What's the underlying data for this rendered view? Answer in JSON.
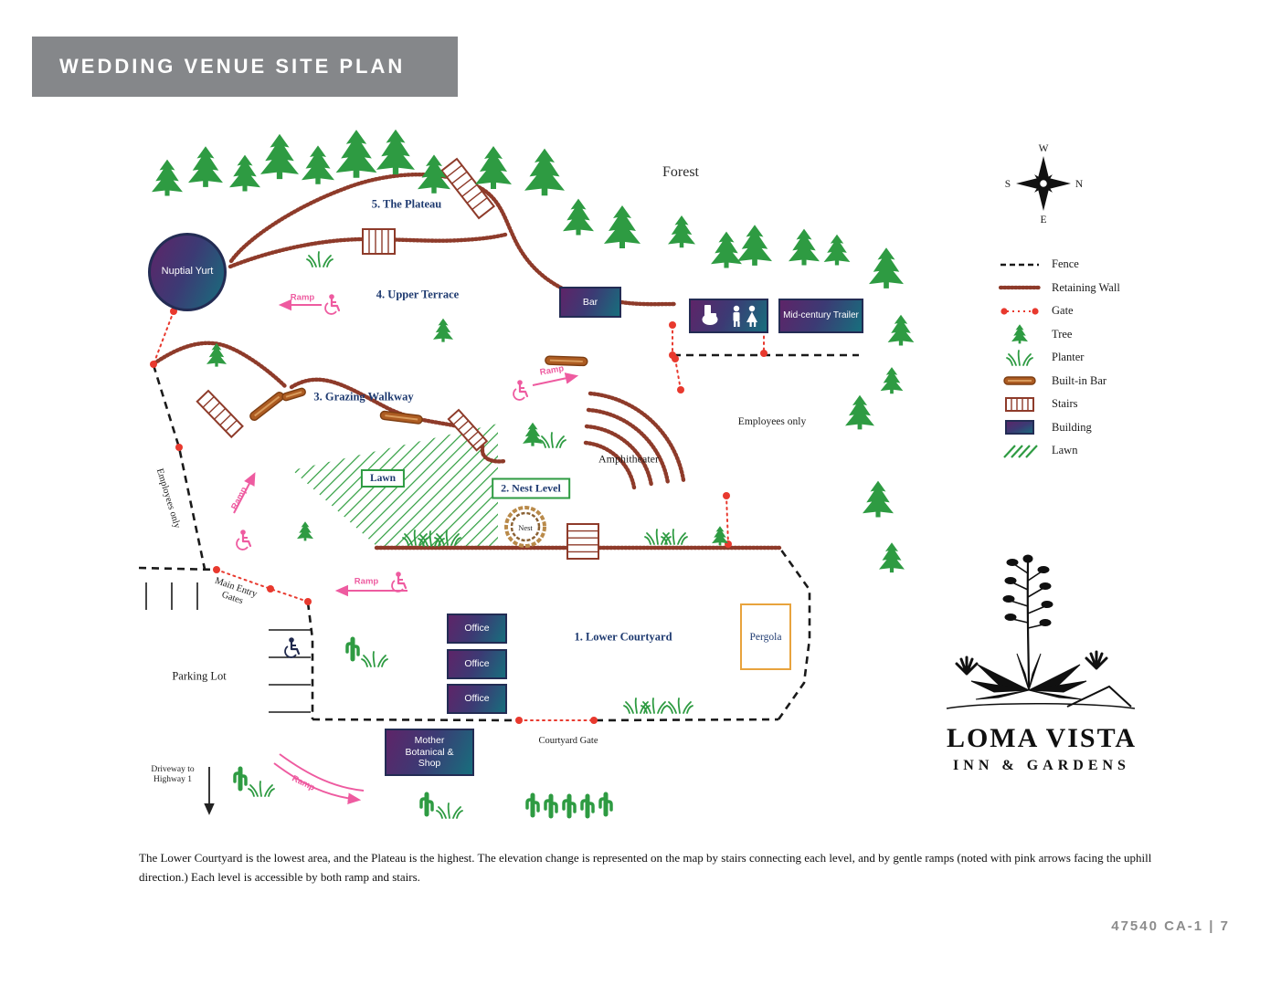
{
  "header": {
    "title": "WEDDING VENUE SITE PLAN"
  },
  "map": {
    "forest": "Forest",
    "areas": {
      "plateau": "5. The Plateau",
      "upper_terrace": "4. Upper Terrace",
      "grazing_walkway": "3. Grazing Walkway",
      "nest_level": "2. Nest Level",
      "lower_courtyard": "1. Lower Courtyard"
    },
    "buildings": {
      "nuptial_yurt": "Nuptial Yurt",
      "bar": "Bar",
      "trailer": "Mid-century Trailer",
      "offices": [
        "Office",
        "Office",
        "Office"
      ],
      "shop": "Mother Botanical & Shop"
    },
    "features": {
      "amphitheater": "Amphitheater",
      "lawn": "Lawn",
      "nest": "Nest",
      "pergola": "Pergola"
    },
    "labels": {
      "employees_only": "Employees only",
      "main_entry_gates": "Main Entry Gates",
      "parking_lot": "Parking Lot",
      "courtyard_gate": "Courtyard Gate",
      "driveway": "Driveway to Highway 1",
      "ramp": "Ramp"
    },
    "compass": {
      "n": "N",
      "e": "E",
      "s": "S",
      "w": "W"
    }
  },
  "legend": {
    "items": [
      {
        "key": "fence",
        "label": "Fence"
      },
      {
        "key": "retaining-wall",
        "label": "Retaining Wall"
      },
      {
        "key": "gate",
        "label": "Gate"
      },
      {
        "key": "tree",
        "label": "Tree"
      },
      {
        "key": "planter",
        "label": "Planter"
      },
      {
        "key": "built-in-bar",
        "label": "Built-in Bar"
      },
      {
        "key": "stairs",
        "label": "Stairs"
      },
      {
        "key": "building",
        "label": "Building"
      },
      {
        "key": "lawn",
        "label": "Lawn"
      }
    ]
  },
  "logo": {
    "title": "LOMA VISTA",
    "subtitle": "INN & GARDENS"
  },
  "footer": {
    "note": "The Lower Courtyard is the lowest area, and the Plateau is the highest. The elevation change is represented on the map by stairs connecting each level, and by gentle ramps (noted with pink arrows facing the uphill direction.) Each level is accessible by both ramp and stairs.",
    "sheet_ref": "47540 CA-1 | 7"
  },
  "colors": {
    "header_bg": "#85878a",
    "label_navy": "#1e3a70",
    "retaining_wall": "#8e3b2a",
    "gate_red": "#e8392e",
    "ramp_pink": "#ee5ba0",
    "tree_green": "#2e9b42",
    "building_gradient": [
      "#5e2468",
      "#176f7d"
    ],
    "pergola_border": "#e8a33d"
  }
}
